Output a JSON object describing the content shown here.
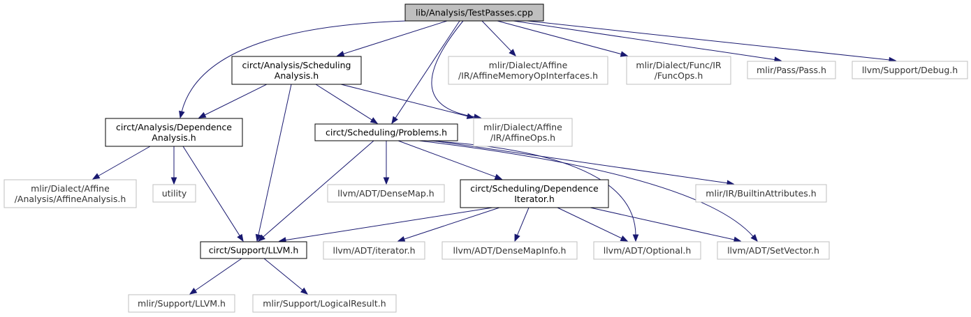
{
  "graph": {
    "nodes": [
      {
        "id": "testpasses",
        "name": "node-testpasses-cpp",
        "kind": "root",
        "lines": [
          "lib/Analysis/TestPasses.cpp"
        ]
      },
      {
        "id": "scheduling_analysis",
        "name": "node-circt-analysis-schedulinganalysis-h",
        "kind": "primary",
        "lines": [
          "circt/Analysis/Scheduling",
          "Analysis.h"
        ]
      },
      {
        "id": "affine_mem",
        "name": "node-mlir-affine-memoryopinterfaces-h",
        "kind": "external",
        "lines": [
          "mlir/Dialect/Affine",
          "/IR/AffineMemoryOpInterfaces.h"
        ]
      },
      {
        "id": "funcops",
        "name": "node-mlir-func-funcops-h",
        "kind": "external",
        "lines": [
          "mlir/Dialect/Func/IR",
          "/FuncOps.h"
        ]
      },
      {
        "id": "pass",
        "name": "node-mlir-pass-pass-h",
        "kind": "external",
        "lines": [
          "mlir/Pass/Pass.h"
        ]
      },
      {
        "id": "debug",
        "name": "node-llvm-support-debug-h",
        "kind": "external",
        "lines": [
          "llvm/Support/Debug.h"
        ]
      },
      {
        "id": "dep_analysis",
        "name": "node-circt-analysis-dependenceanalysis-h",
        "kind": "primary",
        "lines": [
          "circt/Analysis/Dependence",
          "Analysis.h"
        ]
      },
      {
        "id": "problems",
        "name": "node-circt-scheduling-problems-h",
        "kind": "primary",
        "lines": [
          "circt/Scheduling/Problems.h"
        ]
      },
      {
        "id": "affineops",
        "name": "node-mlir-affine-affineops-h",
        "kind": "external",
        "lines": [
          "mlir/Dialect/Affine",
          "/IR/AffineOps.h"
        ]
      },
      {
        "id": "affine_analysis",
        "name": "node-mlir-affine-affineanalysis-h",
        "kind": "external",
        "lines": [
          "mlir/Dialect/Affine",
          "/Analysis/AffineAnalysis.h"
        ]
      },
      {
        "id": "utility",
        "name": "node-utility",
        "kind": "external",
        "lines": [
          "utility"
        ]
      },
      {
        "id": "densemap",
        "name": "node-llvm-adt-densemap-h",
        "kind": "external",
        "lines": [
          "llvm/ADT/DenseMap.h"
        ]
      },
      {
        "id": "dep_iterator",
        "name": "node-circt-scheduling-dependenceiterator-h",
        "kind": "primary",
        "lines": [
          "circt/Scheduling/Dependence",
          "Iterator.h"
        ]
      },
      {
        "id": "builtin_attrs",
        "name": "node-mlir-ir-builtinattributes-h",
        "kind": "external",
        "lines": [
          "mlir/IR/BuiltinAttributes.h"
        ]
      },
      {
        "id": "circt_llvm",
        "name": "node-circt-support-llvm-h",
        "kind": "primary",
        "lines": [
          "circt/Support/LLVM.h"
        ]
      },
      {
        "id": "iterator",
        "name": "node-llvm-adt-iterator-h",
        "kind": "external",
        "lines": [
          "llvm/ADT/iterator.h"
        ]
      },
      {
        "id": "densemapinfo",
        "name": "node-llvm-adt-densemapinfo-h",
        "kind": "external",
        "lines": [
          "llvm/ADT/DenseMapInfo.h"
        ]
      },
      {
        "id": "optional",
        "name": "node-llvm-adt-optional-h",
        "kind": "external",
        "lines": [
          "llvm/ADT/Optional.h"
        ]
      },
      {
        "id": "setvector",
        "name": "node-llvm-adt-setvector-h",
        "kind": "external",
        "lines": [
          "llvm/ADT/SetVector.h"
        ]
      },
      {
        "id": "mlir_llvm",
        "name": "node-mlir-support-llvm-h",
        "kind": "external",
        "lines": [
          "mlir/Support/LLVM.h"
        ]
      },
      {
        "id": "logicalresult",
        "name": "node-mlir-support-logicalresult-h",
        "kind": "external",
        "lines": [
          "mlir/Support/LogicalResult.h"
        ]
      }
    ],
    "edges": [
      [
        "testpasses",
        "scheduling_analysis"
      ],
      [
        "testpasses",
        "affine_mem"
      ],
      [
        "testpasses",
        "funcops"
      ],
      [
        "testpasses",
        "pass"
      ],
      [
        "testpasses",
        "debug"
      ],
      [
        "testpasses",
        "dep_analysis"
      ],
      [
        "testpasses",
        "problems"
      ],
      [
        "testpasses",
        "affineops"
      ],
      [
        "scheduling_analysis",
        "dep_analysis"
      ],
      [
        "scheduling_analysis",
        "problems"
      ],
      [
        "scheduling_analysis",
        "affineops"
      ],
      [
        "scheduling_analysis",
        "circt_llvm"
      ],
      [
        "dep_analysis",
        "affine_analysis"
      ],
      [
        "dep_analysis",
        "utility"
      ],
      [
        "dep_analysis",
        "circt_llvm"
      ],
      [
        "problems",
        "circt_llvm"
      ],
      [
        "problems",
        "densemap"
      ],
      [
        "problems",
        "dep_iterator"
      ],
      [
        "problems",
        "builtin_attrs"
      ],
      [
        "problems",
        "optional"
      ],
      [
        "problems",
        "setvector"
      ],
      [
        "dep_iterator",
        "circt_llvm"
      ],
      [
        "dep_iterator",
        "iterator"
      ],
      [
        "dep_iterator",
        "densemapinfo"
      ],
      [
        "dep_iterator",
        "optional"
      ],
      [
        "dep_iterator",
        "setvector"
      ],
      [
        "circt_llvm",
        "mlir_llvm"
      ],
      [
        "circt_llvm",
        "logicalresult"
      ]
    ]
  },
  "colors": {
    "edge": "#191970",
    "root_fill": "#bfbfbf",
    "primary_border": "#000000",
    "external_border": "#bfbfbf"
  }
}
